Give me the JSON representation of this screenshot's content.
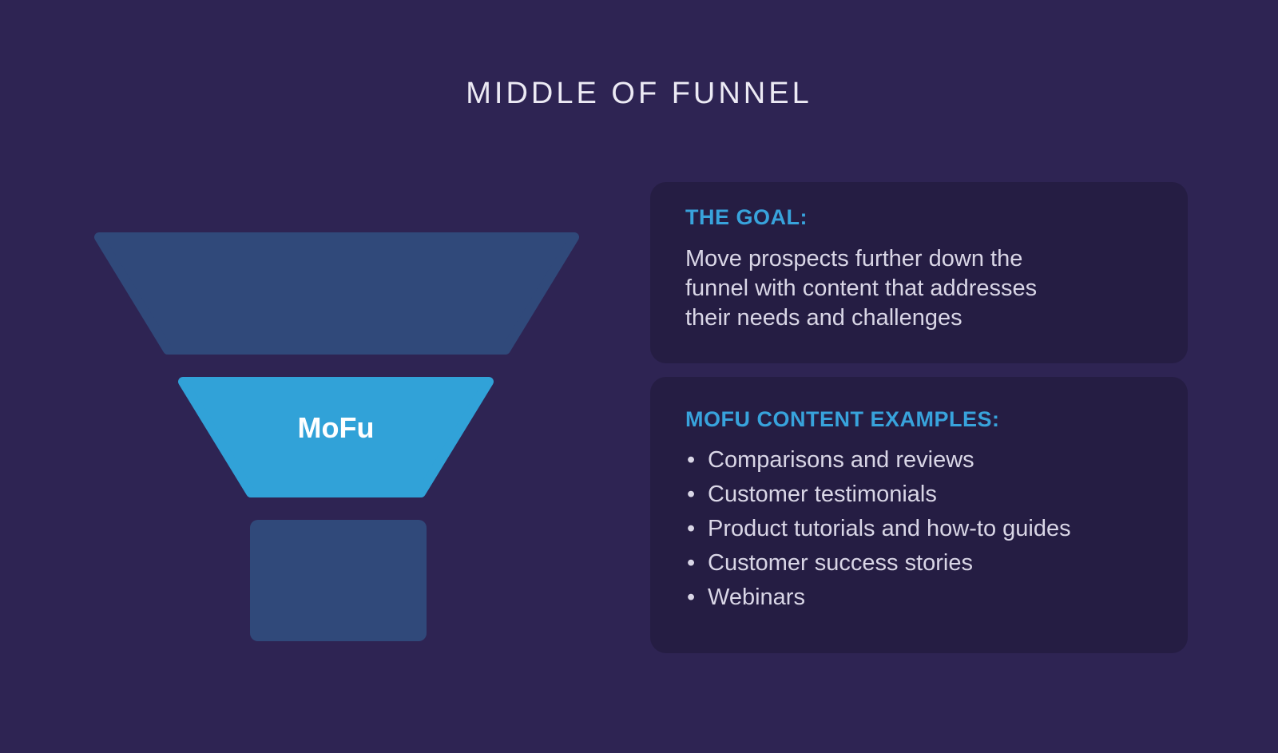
{
  "title": "MIDDLE OF FUNNEL",
  "funnel": {
    "middle_label": "MoFu"
  },
  "cards": {
    "goal": {
      "heading": "THE GOAL:",
      "body": "Move prospects further down the\nfunnel with content that addresses\ntheir needs and challenges"
    },
    "examples": {
      "heading": "MOFU CONTENT EXAMPLES:",
      "items": [
        "Comparisons and reviews",
        "Customer testimonials",
        "Product tutorials and how-to guides",
        "Customer success stories",
        "Webinars"
      ]
    }
  },
  "colors": {
    "background": "#2E2453",
    "card_background": "#251D43",
    "funnel_dark_blue": "#30497A",
    "funnel_accent_blue": "#31A2D8",
    "heading_blue": "#38A3DC",
    "body_text": "#D9D6E6",
    "title_text": "#ECEAF4"
  }
}
